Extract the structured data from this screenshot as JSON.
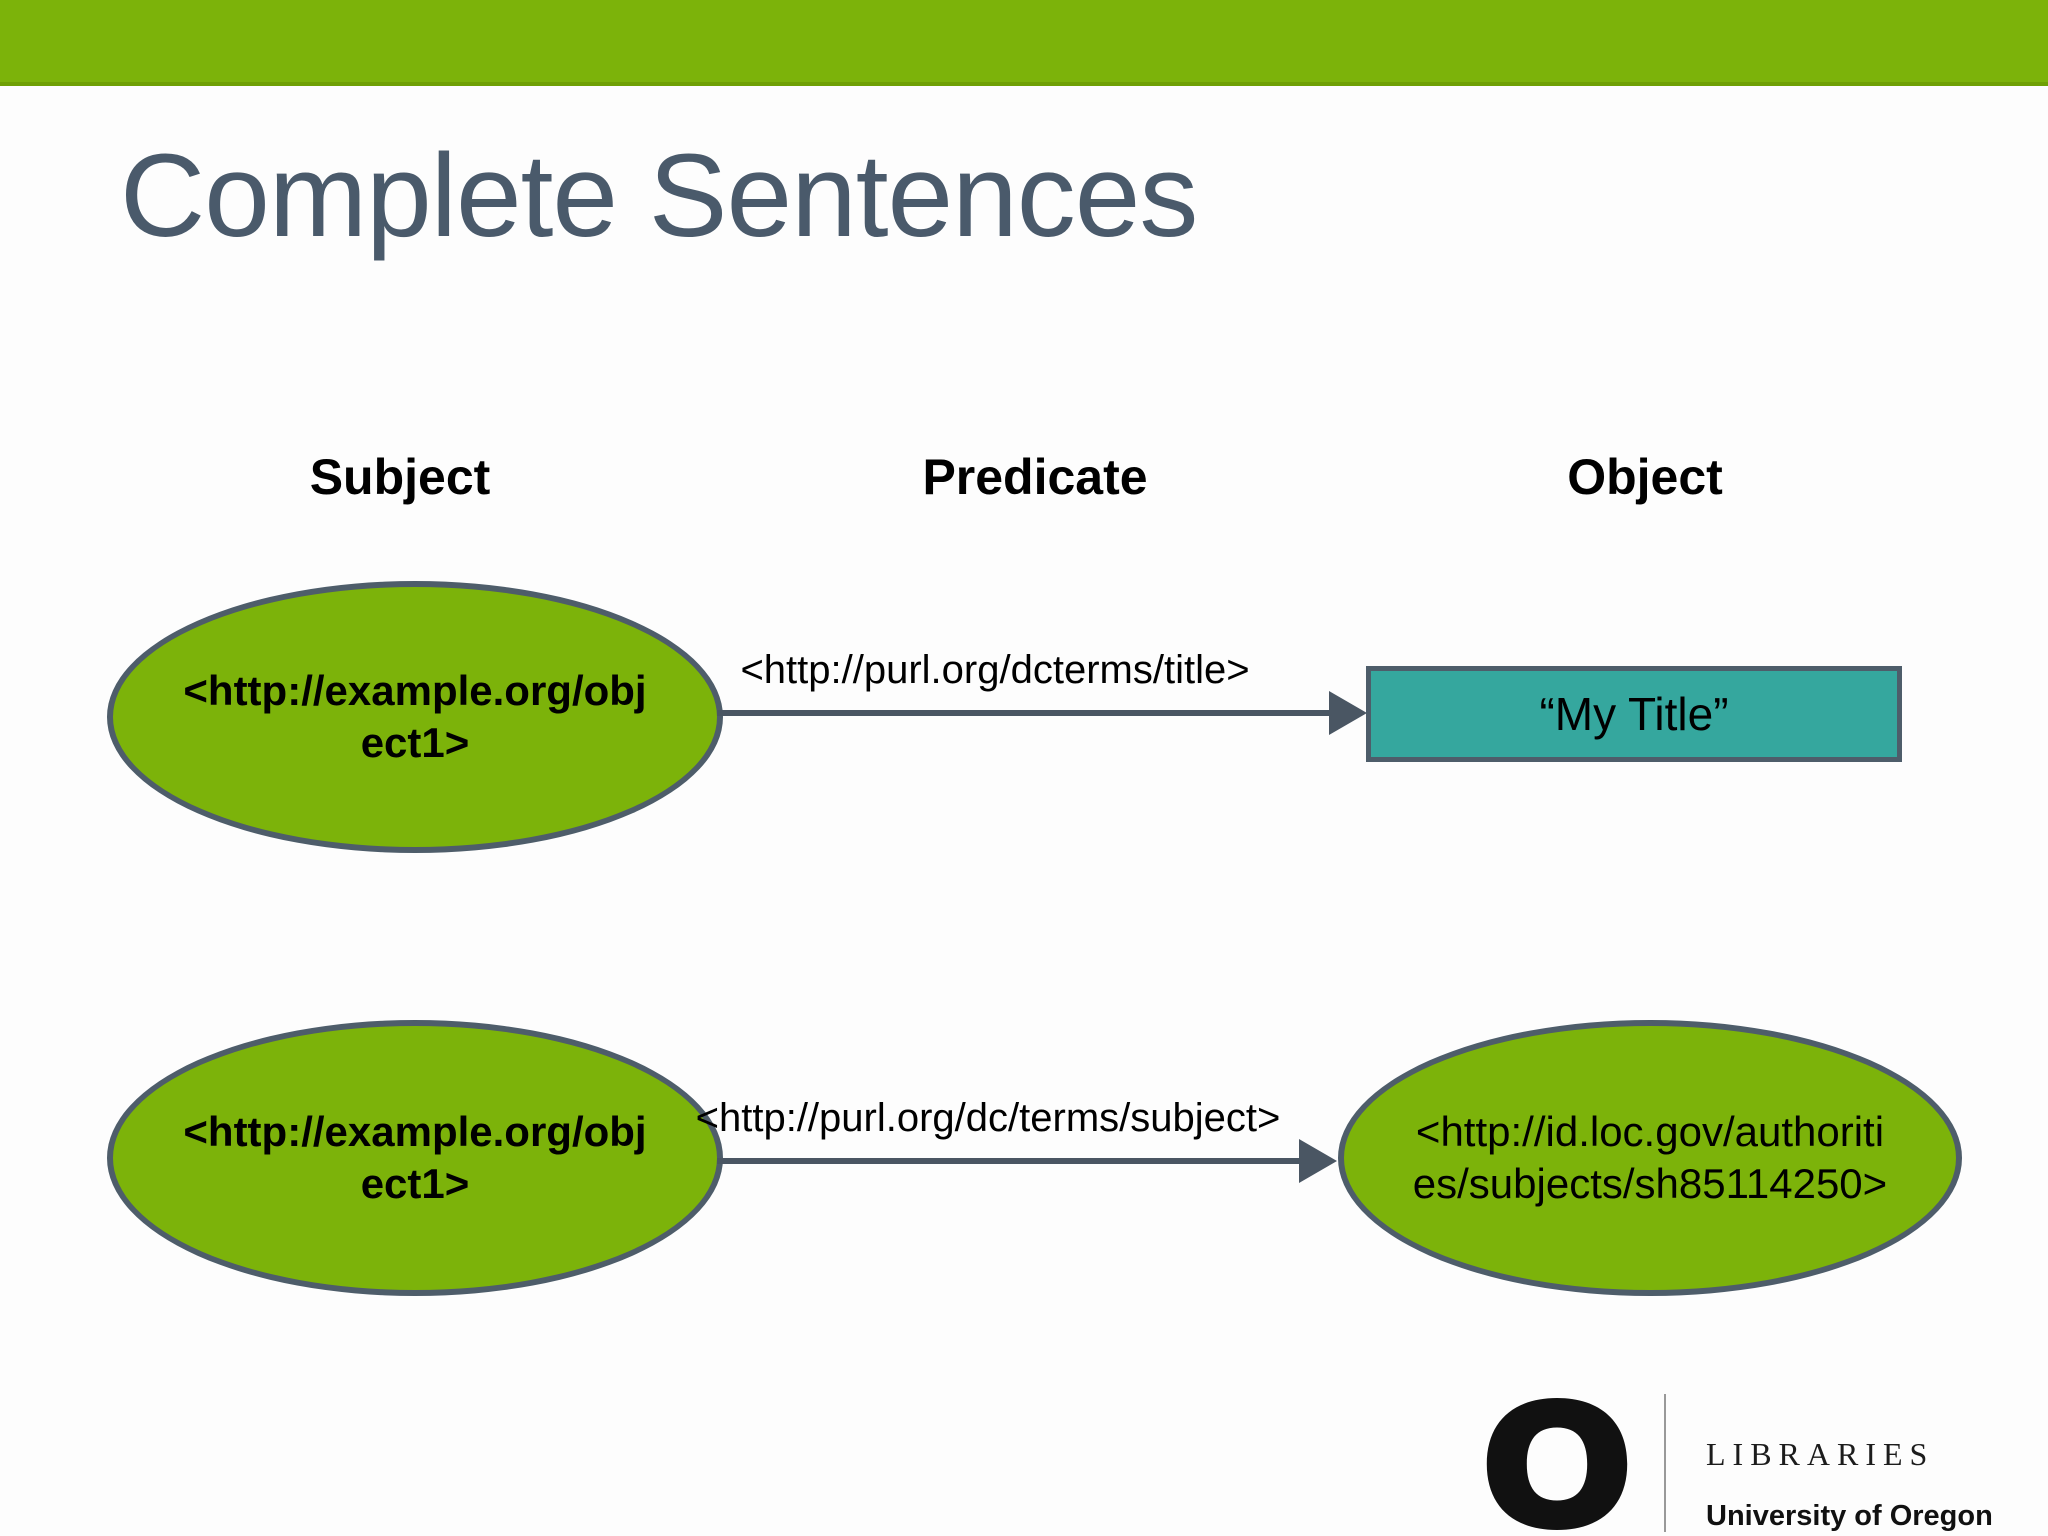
{
  "slide": {
    "title": "Complete Sentences"
  },
  "columns": {
    "subject": "Subject",
    "predicate": "Predicate",
    "object": "Object"
  },
  "triples": [
    {
      "subject": "<http://example.org/obj\nect1>",
      "predicate": "<http://purl.org/dcterms/title>",
      "object": "“My Title”",
      "object_kind": "literal"
    },
    {
      "subject": "<http://example.org/obj\nect1>",
      "predicate": "<http://purl.org/dc/terms/subject>",
      "object": "<http://id.loc.gov/authoriti\nes/subjects/sh85114250>",
      "object_kind": "uri"
    }
  ],
  "colors": {
    "slide_bg": "#fdfdfd",
    "header_bar": "#7cb30a",
    "header_bar_edge": "#6fa005",
    "node_fill": "#7cb30a",
    "node_border": "#4e5d6a",
    "literal_fill": "#35a79e",
    "connector": "#4a5663",
    "title_text": "#4a5a6b"
  },
  "footer": {
    "logo_mark": "O",
    "line1": "LIBRARIES",
    "line2": "University of Oregon"
  }
}
